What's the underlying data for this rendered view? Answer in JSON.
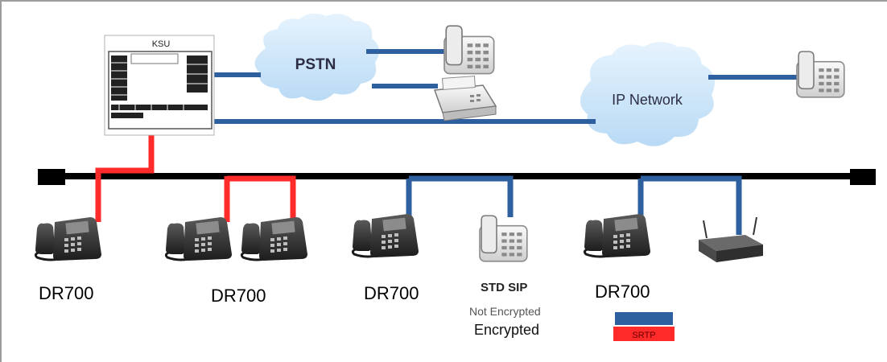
{
  "colors": {
    "encrypted_link": "#ff2a2a",
    "unencrypted_link": "#2e5f9e",
    "bus": "#000000",
    "cloud": "#cfe7fb"
  },
  "ksu": {
    "label": "KSU"
  },
  "pstn": {
    "label": "PSTN"
  },
  "ip_network": {
    "label": "IP Network"
  },
  "devices": {
    "dr700_1": "DR700",
    "dr700_2": "DR700",
    "dr700_3": "DR700",
    "std_sip": "STD SIP",
    "dr700_4": "DR700"
  },
  "legend": {
    "not_encrypted": "Not Encrypted",
    "encrypted": "Encrypted",
    "srtp_tag": "SRTP"
  },
  "icons": [
    "ksu-icon",
    "cloud-icon",
    "desk-phone-icon",
    "fax-machine-icon",
    "ip-phone-icon",
    "sip-phone-icon",
    "wireless-router-icon"
  ]
}
